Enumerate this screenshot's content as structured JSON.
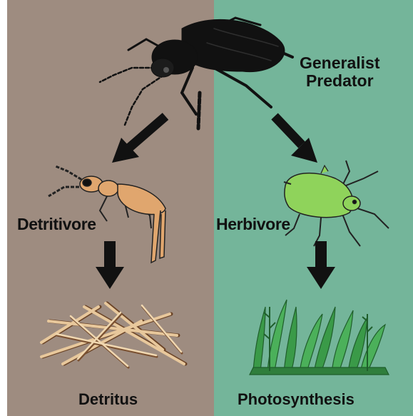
{
  "labels": {
    "generalist_line1": "Generalist",
    "generalist_line2": "Predator",
    "detritivore": "Detritivore",
    "herbivore": "Herbivore",
    "detritus": "Detritus",
    "photosynthesis": "Photosynthesis"
  },
  "colors": {
    "left_panel": "#9e8c80",
    "right_panel": "#74b59a",
    "predator": "#111111",
    "detritivore": "#e0a66e",
    "herbivore": "#8fd35b",
    "grass": "#3a9a48",
    "detritus_light": "#e8c89c",
    "detritus_dark": "#6b4427",
    "arrow": "#111111"
  },
  "icons": [
    "beetle-icon",
    "springtail-icon",
    "aphid-icon",
    "detritus-icon",
    "grass-icon",
    "arrow-icon"
  ]
}
